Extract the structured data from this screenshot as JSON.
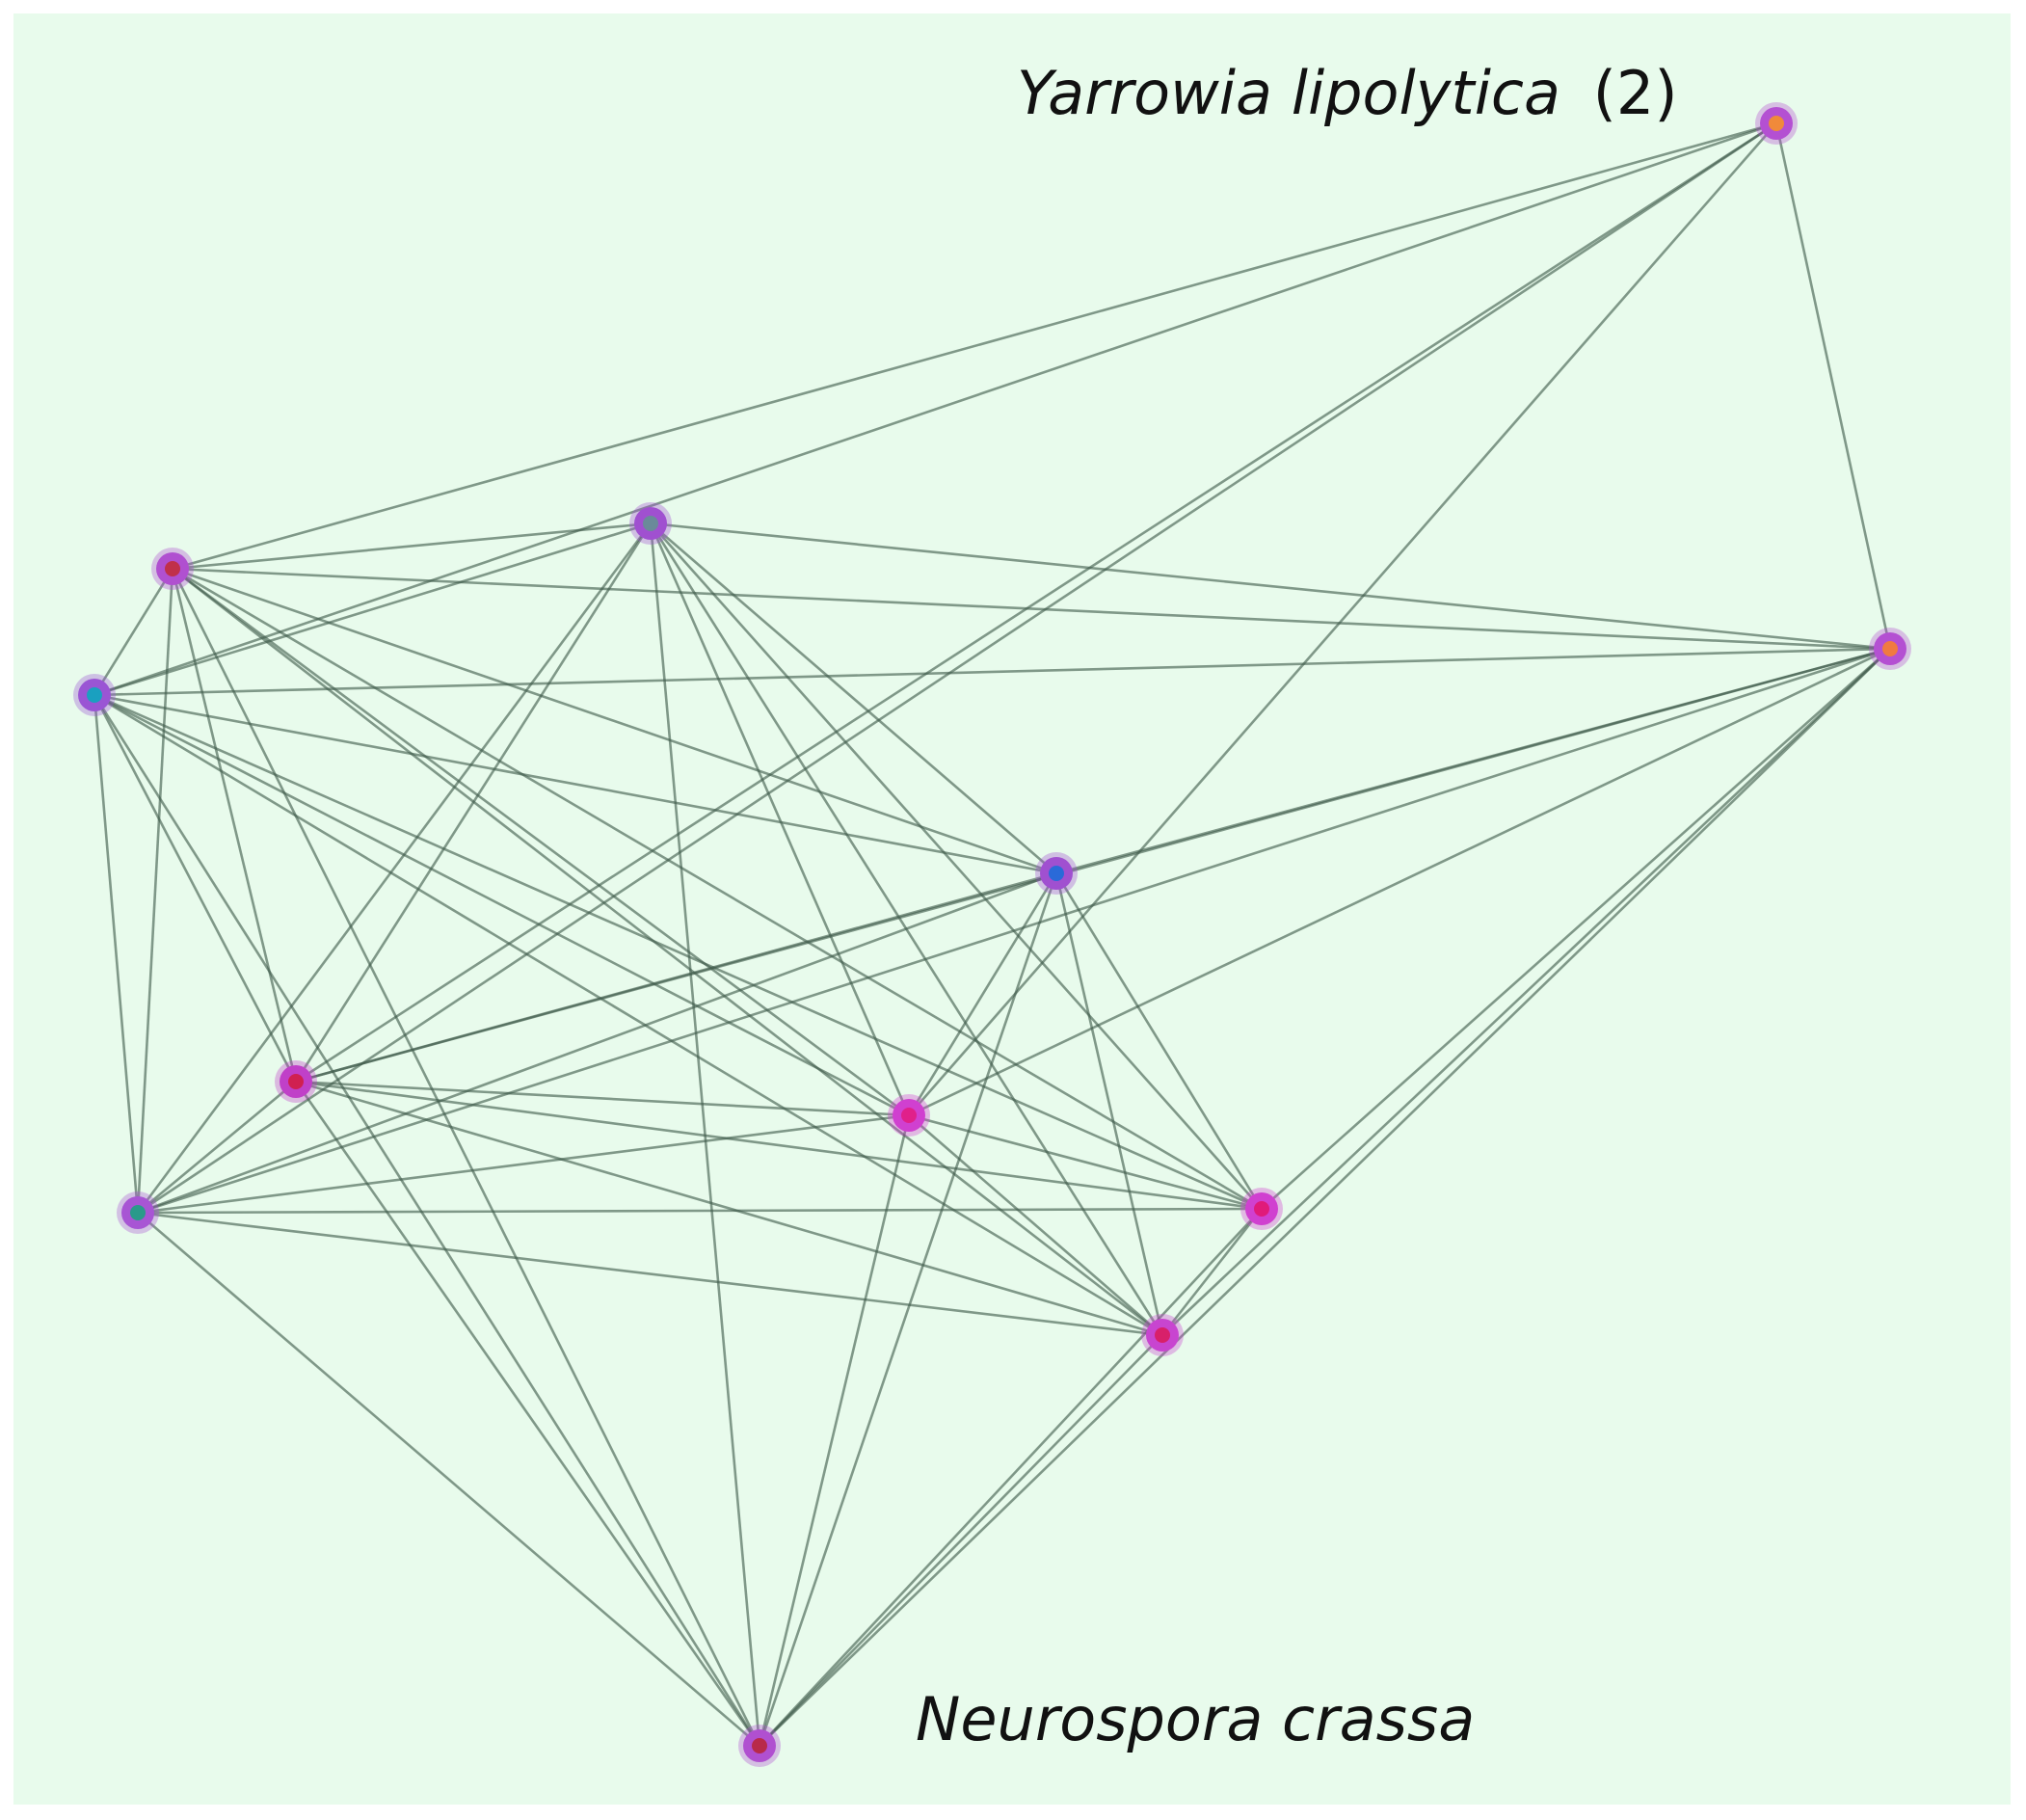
{
  "diagram": {
    "background_color": "#e8fbec",
    "edge_color": "#3f5a4a",
    "node_ring_color": "#b94fd6",
    "labels": {
      "top": {
        "species": "Yarrowia lipolytica",
        "suffix": "(2)"
      },
      "bottom": {
        "species": "Neurospora crassa"
      }
    },
    "nodes": [
      {
        "id": "yarrowia-2",
        "core_color": "#f08a3a",
        "ring_color": "#b450d2"
      },
      {
        "id": "node-top-center",
        "core_color": "#6a8a9a",
        "ring_color": "#a050d0"
      },
      {
        "id": "node-upper-left",
        "core_color": "#c0304a",
        "ring_color": "#b050d0"
      },
      {
        "id": "node-left",
        "core_color": "#1aa0c0",
        "ring_color": "#9a55d4"
      },
      {
        "id": "node-right",
        "core_color": "#f07a40",
        "ring_color": "#b450d2"
      },
      {
        "id": "node-center",
        "core_color": "#2a6ad8",
        "ring_color": "#a050d0"
      },
      {
        "id": "node-mid-left",
        "core_color": "#d02050",
        "ring_color": "#c040c8"
      },
      {
        "id": "node-mid-center",
        "core_color": "#e0208a",
        "ring_color": "#d040d0"
      },
      {
        "id": "node-lower-left",
        "core_color": "#2a9a8a",
        "ring_color": "#a855d4"
      },
      {
        "id": "node-lower-right-a",
        "core_color": "#e01a7a",
        "ring_color": "#d040d0"
      },
      {
        "id": "node-lower-right-b",
        "core_color": "#d8206a",
        "ring_color": "#c845d0"
      },
      {
        "id": "neurospora-crassa",
        "core_color": "#b82a4a",
        "ring_color": "#b050d0"
      }
    ],
    "edges": [
      [
        "yarrowia-2",
        "node-right"
      ],
      [
        "yarrowia-2",
        "node-upper-left"
      ],
      [
        "yarrowia-2",
        "node-left"
      ],
      [
        "yarrowia-2",
        "node-mid-left"
      ],
      [
        "yarrowia-2",
        "node-lower-left"
      ],
      [
        "yarrowia-2",
        "node-mid-center"
      ],
      [
        "node-right",
        "node-top-center"
      ],
      [
        "node-right",
        "node-upper-left"
      ],
      [
        "node-right",
        "node-left"
      ],
      [
        "node-right",
        "node-center"
      ],
      [
        "node-right",
        "node-mid-left"
      ],
      [
        "node-right",
        "node-lower-left"
      ],
      [
        "node-right",
        "node-mid-center"
      ],
      [
        "node-right",
        "node-lower-right-a"
      ],
      [
        "node-right",
        "node-lower-right-b"
      ],
      [
        "node-right",
        "neurospora-crassa"
      ],
      [
        "node-top-center",
        "node-upper-left"
      ],
      [
        "node-top-center",
        "node-left"
      ],
      [
        "node-top-center",
        "node-mid-left"
      ],
      [
        "node-top-center",
        "node-lower-left"
      ],
      [
        "node-top-center",
        "node-center"
      ],
      [
        "node-top-center",
        "node-mid-center"
      ],
      [
        "node-top-center",
        "node-lower-right-a"
      ],
      [
        "node-top-center",
        "node-lower-right-b"
      ],
      [
        "node-top-center",
        "neurospora-crassa"
      ],
      [
        "node-upper-left",
        "node-left"
      ],
      [
        "node-upper-left",
        "node-mid-left"
      ],
      [
        "node-upper-left",
        "node-lower-left"
      ],
      [
        "node-upper-left",
        "node-center"
      ],
      [
        "node-upper-left",
        "node-mid-center"
      ],
      [
        "node-upper-left",
        "node-lower-right-a"
      ],
      [
        "node-upper-left",
        "node-lower-right-b"
      ],
      [
        "node-upper-left",
        "neurospora-crassa"
      ],
      [
        "node-left",
        "node-mid-left"
      ],
      [
        "node-left",
        "node-lower-left"
      ],
      [
        "node-left",
        "node-center"
      ],
      [
        "node-left",
        "node-mid-center"
      ],
      [
        "node-left",
        "node-lower-right-a"
      ],
      [
        "node-left",
        "node-lower-right-b"
      ],
      [
        "node-left",
        "neurospora-crassa"
      ],
      [
        "node-center",
        "node-mid-left"
      ],
      [
        "node-center",
        "node-lower-left"
      ],
      [
        "node-center",
        "node-mid-center"
      ],
      [
        "node-center",
        "node-lower-right-a"
      ],
      [
        "node-center",
        "node-lower-right-b"
      ],
      [
        "node-center",
        "neurospora-crassa"
      ],
      [
        "node-mid-left",
        "node-lower-left"
      ],
      [
        "node-mid-left",
        "node-mid-center"
      ],
      [
        "node-mid-left",
        "node-lower-right-a"
      ],
      [
        "node-mid-left",
        "node-lower-right-b"
      ],
      [
        "node-mid-left",
        "neurospora-crassa"
      ],
      [
        "node-mid-center",
        "node-lower-left"
      ],
      [
        "node-mid-center",
        "node-lower-right-a"
      ],
      [
        "node-mid-center",
        "node-lower-right-b"
      ],
      [
        "node-mid-center",
        "neurospora-crassa"
      ],
      [
        "node-lower-left",
        "node-lower-right-a"
      ],
      [
        "node-lower-left",
        "node-lower-right-b"
      ],
      [
        "node-lower-left",
        "neurospora-crassa"
      ],
      [
        "node-lower-right-a",
        "node-lower-right-b"
      ],
      [
        "node-lower-right-a",
        "neurospora-crassa"
      ],
      [
        "node-lower-right-b",
        "neurospora-crassa"
      ]
    ]
  }
}
